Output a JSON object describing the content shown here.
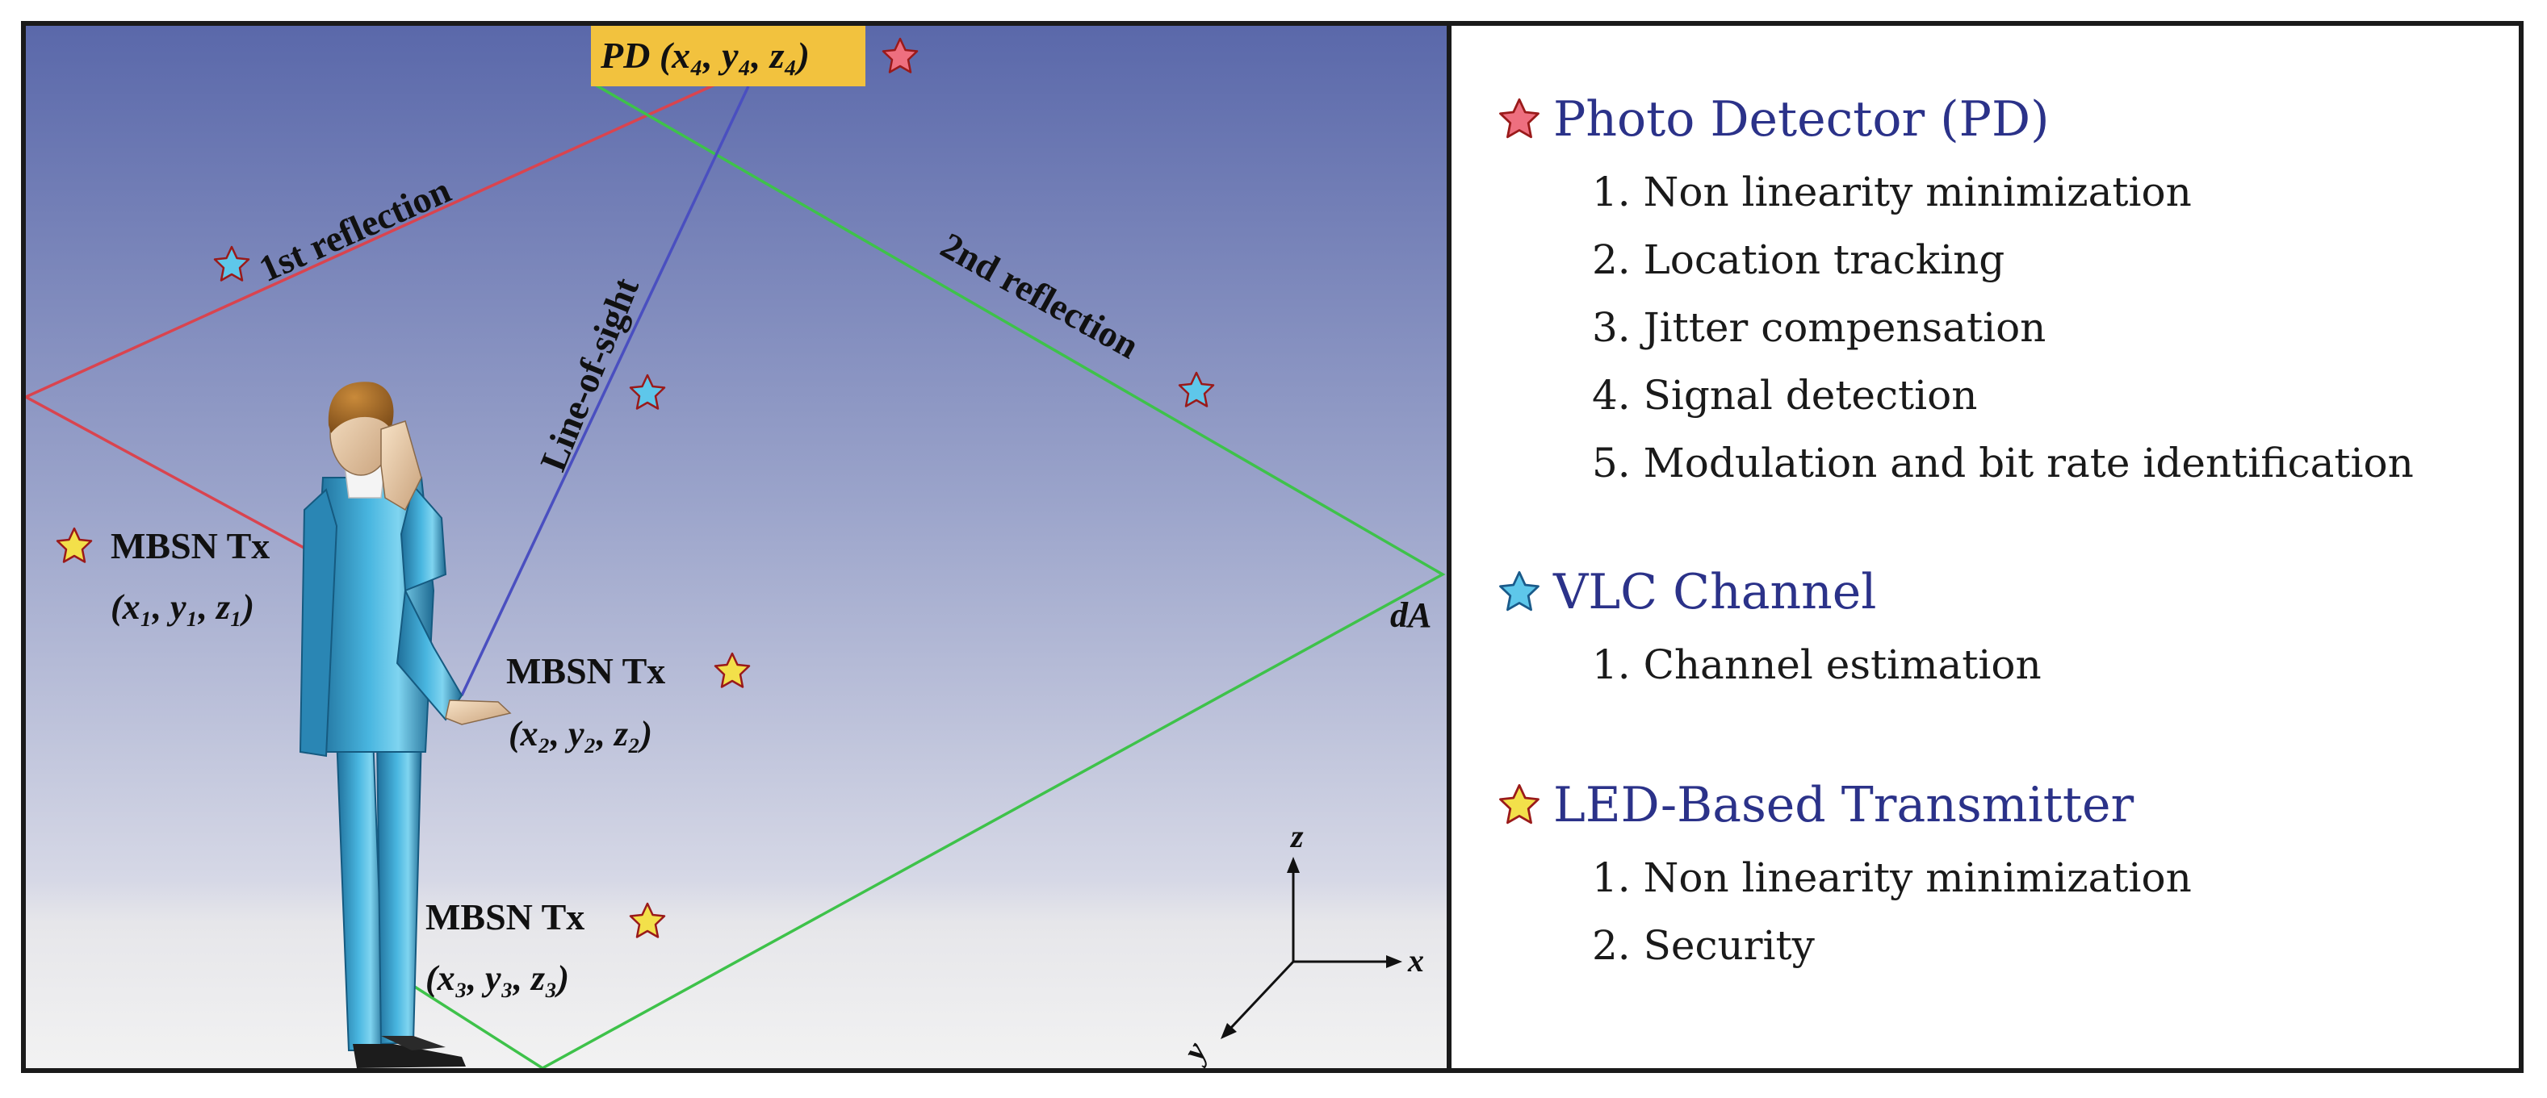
{
  "scene": {
    "pd_label": "PD (x₄, y₄, z₄)",
    "first_reflection": "1st reflection",
    "second_reflection": "2nd reflection",
    "line_of_sight": "Line-of-sight",
    "tx1_name": "MBSN Tx",
    "tx1_coords": "(x₁, y₁, z₁)",
    "tx2_name": "MBSN Tx",
    "tx2_coords": "(x₂, y₂, z₂)",
    "tx3_name": "MBSN Tx",
    "tx3_coords": "(x₃, y₃, z₃)",
    "area_label": "dA",
    "axis_z": "z",
    "axis_x": "x",
    "axis_y": "y"
  },
  "panel": {
    "pd": {
      "title": "Photo Detector (PD)",
      "items": [
        "1. Non linearity minimization",
        "2. Location tracking",
        "3. Jitter compensation",
        "4. Signal detection",
        "5. Modulation and bit rate identification"
      ]
    },
    "vlc": {
      "title": "VLC Channel",
      "items": [
        "1. Channel estimation"
      ]
    },
    "led": {
      "title": "LED-Based Transmitter",
      "items": [
        "1. Non linearity minimization",
        "2. Security"
      ]
    }
  },
  "colors": {
    "pd_star": "#ee6f7f",
    "vlc_star": "#5ec7ea",
    "led_star": "#f3e04a",
    "title_blue": "#2b3289",
    "first_reflection_line": "#d9444f",
    "second_reflection_line": "#3ec24a",
    "los_line": "#4a4fc0",
    "pd_box": "#f2c23e"
  }
}
